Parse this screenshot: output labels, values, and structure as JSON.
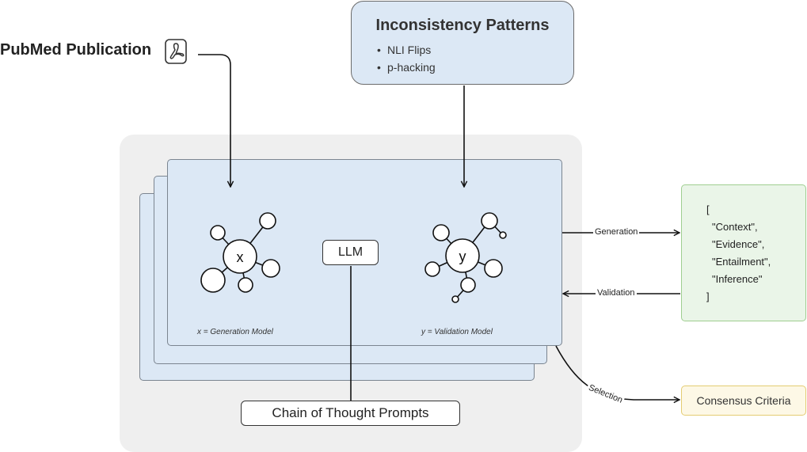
{
  "pubmed": {
    "label": "PubMed Publication",
    "icon": "pdf-icon"
  },
  "inconsistency": {
    "title": "Inconsistency Patterns",
    "items": [
      "NLI Flips",
      "p-hacking"
    ]
  },
  "models": {
    "x_symbol": "x",
    "y_symbol": "y",
    "x_caption": "x = Generation Model",
    "y_caption": "y = Validation Model"
  },
  "llm_label": "LLM",
  "cot_label": "Chain of Thought Prompts",
  "edges": {
    "generation": "Generation",
    "validation": "Validation",
    "selection": "Selection"
  },
  "json_lines": [
    "[",
    "\"Context\",",
    "\"Evidence\",",
    "\"Entailment\",",
    "\"Inference\"",
    "]"
  ],
  "consensus_label": "Consensus Criteria",
  "colors": {
    "card_fill": "#dce8f5",
    "json_fill": "#eaf5e8",
    "json_border": "#9fce90",
    "consensus_fill": "#fdf8e6",
    "consensus_border": "#e4cc72",
    "outer_fill": "#efefef"
  }
}
